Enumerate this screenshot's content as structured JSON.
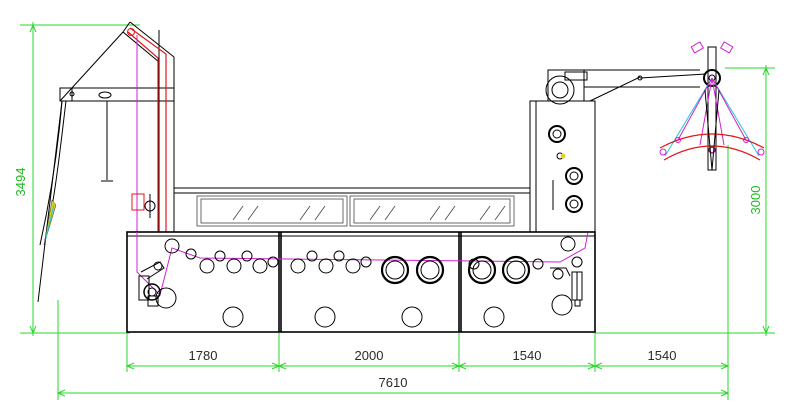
{
  "dimensions": {
    "height_left": "3494",
    "height_right": "3000",
    "seg1": "1780",
    "seg2": "2000",
    "seg3": "1540",
    "seg4": "1540",
    "total": "7610"
  },
  "colors": {
    "dimension_lines": "#2bd62b",
    "cyan_lines": "#22c8d8",
    "fabric_path": "#d020d0",
    "red_path": "#e01818",
    "outline": "#000000"
  }
}
